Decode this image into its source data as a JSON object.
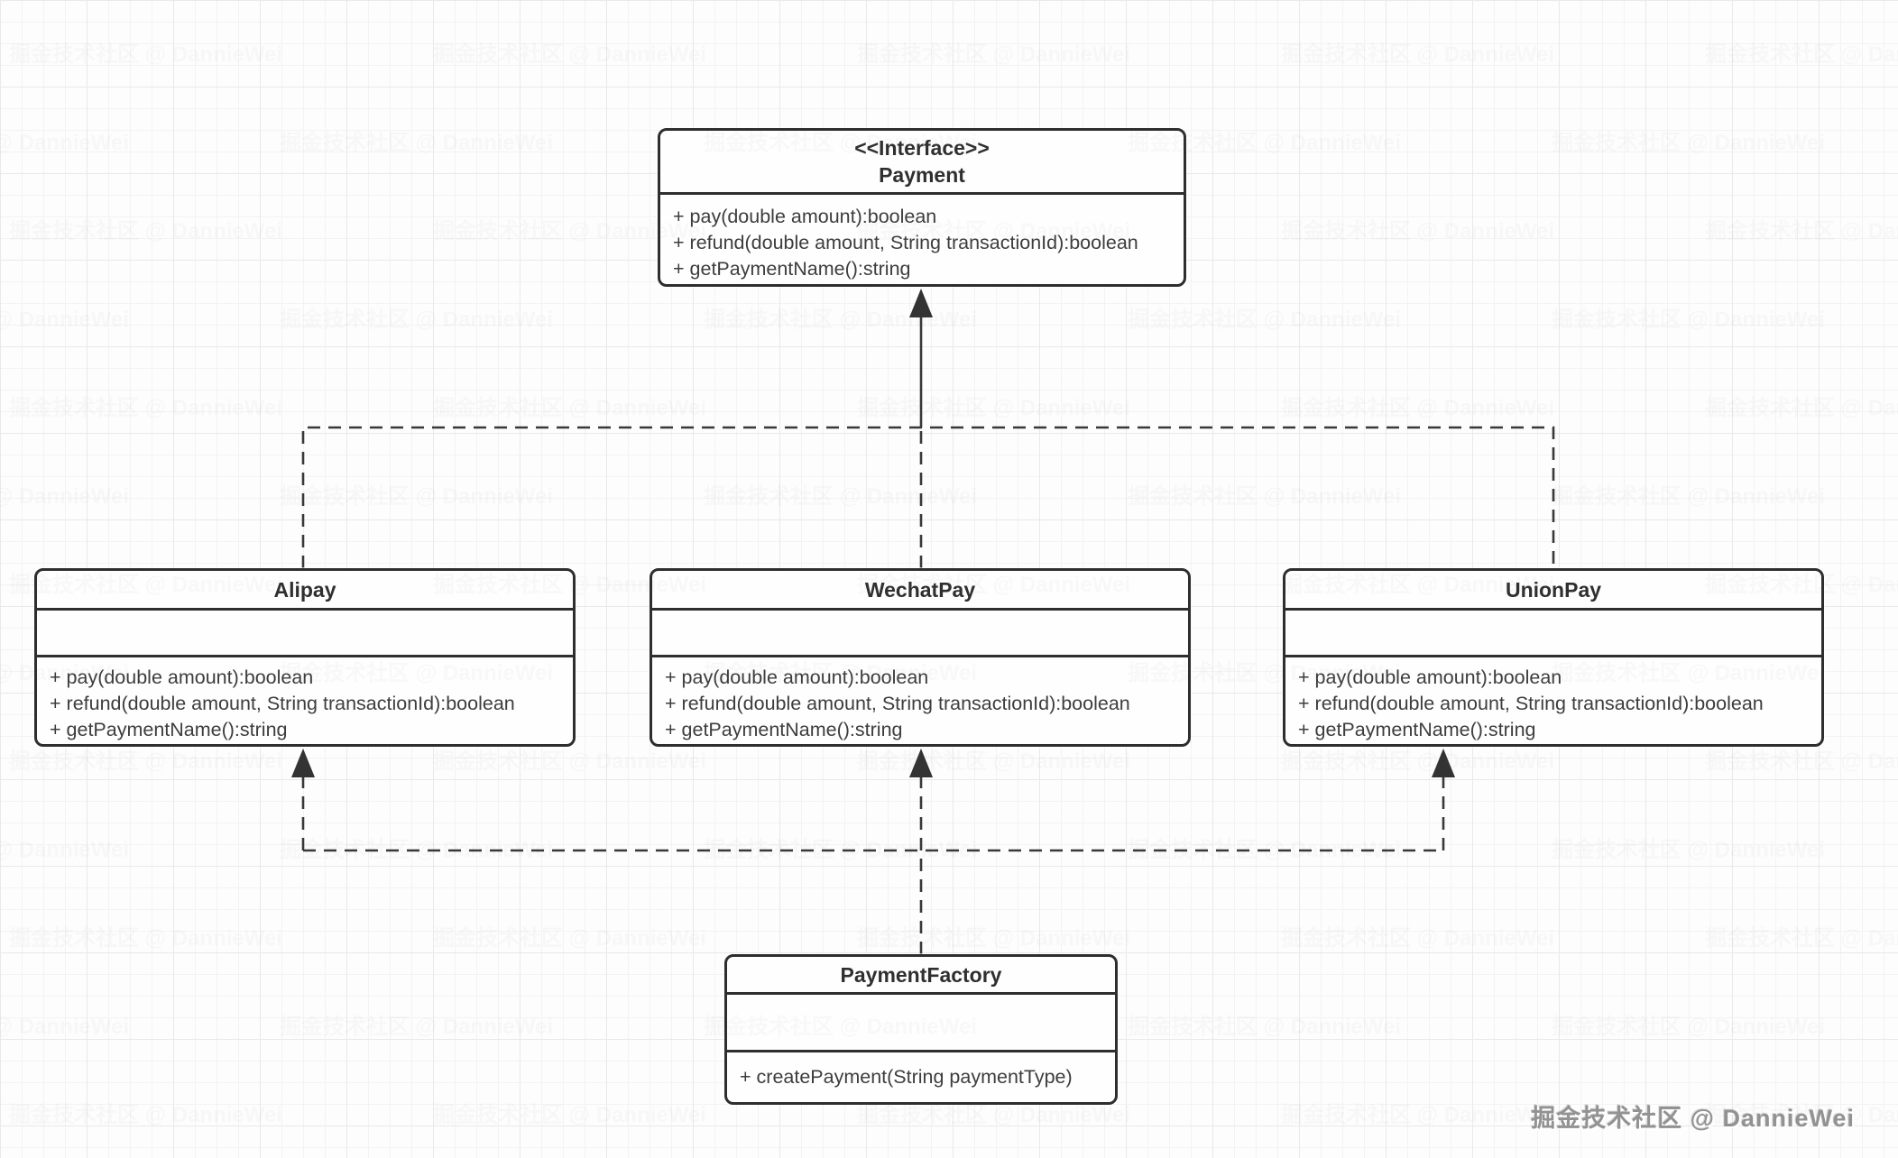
{
  "canvas": {
    "background": "#fdfdfd",
    "grid_minor_color": "#f3f3f6",
    "grid_major_color": "#e9e9ec",
    "line_color": "#383838"
  },
  "watermark": {
    "text": "掘金技术社区 @ DannieWei"
  },
  "classes": [
    {
      "id": "payment",
      "stereotype": "<<Interface>>",
      "name": "Payment",
      "attributes": [],
      "methods": [
        "+ pay(double amount):boolean",
        "+ refund(double amount, String transactionId):boolean",
        "+ getPaymentName():string"
      ]
    },
    {
      "id": "alipay",
      "name": "Alipay",
      "attributes": [],
      "methods": [
        "+ pay(double amount):boolean",
        "+ refund(double amount, String transactionId):boolean",
        "+ getPaymentName():string"
      ]
    },
    {
      "id": "wechatpay",
      "name": "WechatPay",
      "attributes": [],
      "methods": [
        "+ pay(double amount):boolean",
        "+ refund(double amount, String transactionId):boolean",
        "+ getPaymentName():string"
      ]
    },
    {
      "id": "unionpay",
      "name": "UnionPay",
      "attributes": [],
      "methods": [
        "+ pay(double amount):boolean",
        "+ refund(double amount, String transactionId):boolean",
        "+ getPaymentName():string"
      ]
    },
    {
      "id": "paymentfactory",
      "name": "PaymentFactory",
      "attributes": [],
      "methods": [
        "+ createPayment(String paymentType)"
      ]
    }
  ],
  "relationships": [
    {
      "type": "realization",
      "from": "Alipay",
      "to": "Payment",
      "style": "dashed"
    },
    {
      "type": "realization",
      "from": "WechatPay",
      "to": "Payment",
      "style": "dashed"
    },
    {
      "type": "realization",
      "from": "UnionPay",
      "to": "Payment",
      "style": "dashed"
    },
    {
      "type": "dependency",
      "from": "PaymentFactory",
      "to": "Alipay",
      "style": "dashed-arrow"
    },
    {
      "type": "dependency",
      "from": "PaymentFactory",
      "to": "WechatPay",
      "style": "dashed-arrow"
    },
    {
      "type": "dependency",
      "from": "PaymentFactory",
      "to": "UnionPay",
      "style": "dashed-arrow"
    }
  ]
}
